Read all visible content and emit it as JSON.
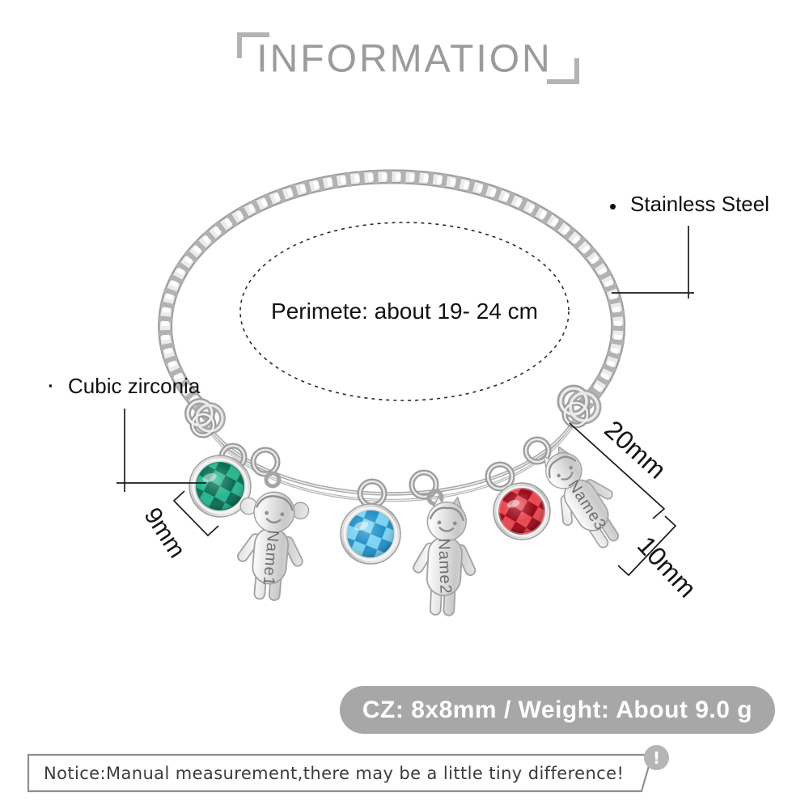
{
  "header": {
    "title": "INFORMATION",
    "accent_color": "#9b9b9b"
  },
  "diagram": {
    "perimeter_label": "Perimete: about  19- 24 cm",
    "callouts": {
      "stainless_steel": {
        "bullet": "•",
        "label": "Stainless Steel"
      },
      "cubic_zirconia": {
        "bullet": "▪",
        "label": "Cubic zirconia"
      }
    },
    "measurements": {
      "birthstone_diameter": "9mm",
      "charm_height": "20mm",
      "charm_width": "10mm"
    },
    "charms": [
      {
        "type": "birthstone",
        "color_name": "green",
        "color_hex": "#12967a"
      },
      {
        "type": "girl-charm",
        "engraving": "Name1"
      },
      {
        "type": "birthstone",
        "color_name": "blue",
        "color_hex": "#3eb2e6"
      },
      {
        "type": "boy-charm",
        "engraving": "Name2"
      },
      {
        "type": "birthstone",
        "color_name": "red",
        "color_hex": "#ce1126"
      },
      {
        "type": "boy-charm",
        "engraving": "Name3"
      }
    ],
    "metal_color": "#d7d7d7"
  },
  "specs_banner": {
    "text": "CZ: 8x8mm / Weight: About 9.0 g",
    "bg_color": "#a7a7a7",
    "text_color": "#ffffff"
  },
  "notice_bar": {
    "text": "Notice:Manual measurement,there may be a little tiny difference!",
    "icon_glyph": "!",
    "icon_color": "#b5b5b5"
  }
}
